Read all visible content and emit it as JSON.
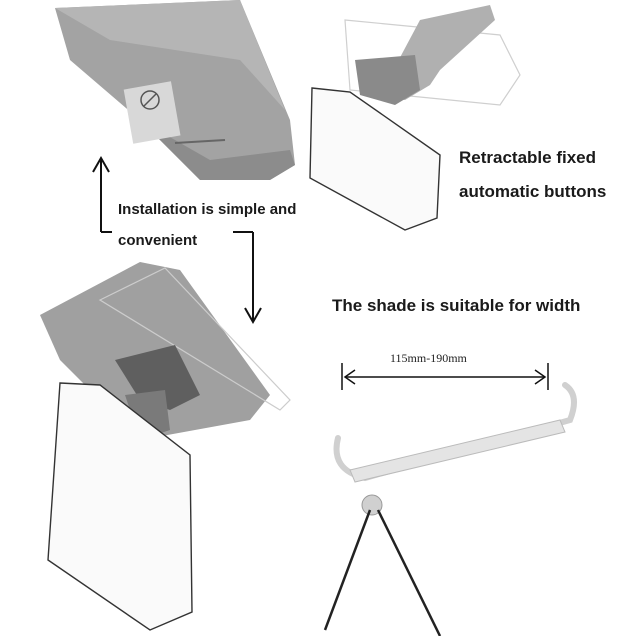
{
  "labels": {
    "installation_line1": "Installation is simple and",
    "installation_line2": "convenient",
    "retractable_line1": "Retractable fixed",
    "retractable_line2": "automatic buttons",
    "shade_width": "The shade is suitable for width",
    "dimension": "115mm-190mm"
  },
  "colors": {
    "background": "#ffffff",
    "visor_gray": "#9a9a9a",
    "text": "#1a1a1a"
  }
}
